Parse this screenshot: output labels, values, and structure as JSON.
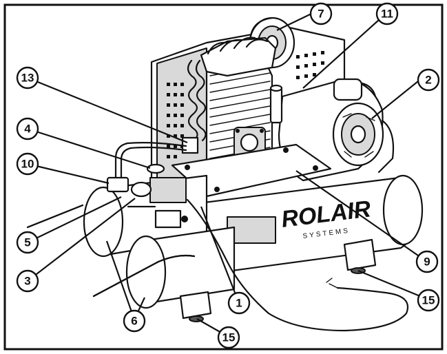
{
  "brand": {
    "name": "ROLAIR",
    "tagline": "SYSTEMS"
  },
  "callouts": [
    {
      "id": "c1",
      "label": "1"
    },
    {
      "id": "c2",
      "label": "2"
    },
    {
      "id": "c3",
      "label": "3"
    },
    {
      "id": "c4",
      "label": "4"
    },
    {
      "id": "c5",
      "label": "5"
    },
    {
      "id": "c6",
      "label": "6"
    },
    {
      "id": "c7",
      "label": "7"
    },
    {
      "id": "c9",
      "label": "9"
    },
    {
      "id": "c10",
      "label": "10"
    },
    {
      "id": "c11",
      "label": "11"
    },
    {
      "id": "c13",
      "label": "13"
    },
    {
      "id": "c15a",
      "label": "15"
    },
    {
      "id": "c15b",
      "label": "15"
    }
  ]
}
